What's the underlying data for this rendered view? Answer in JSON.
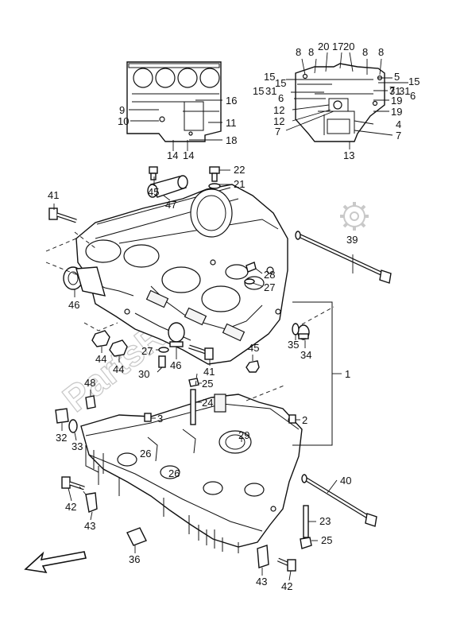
{
  "watermark": {
    "text": "PartsRepublik"
  },
  "labels": [
    {
      "id": "inset1-9",
      "text": "9"
    },
    {
      "id": "inset1-10",
      "text": "10"
    },
    {
      "id": "inset1-16",
      "text": "16"
    },
    {
      "id": "inset1-11",
      "text": "11"
    },
    {
      "id": "inset1-18",
      "text": "18"
    },
    {
      "id": "inset1-14a",
      "text": "14"
    },
    {
      "id": "inset1-14b",
      "text": "14"
    },
    {
      "id": "inset2-8a",
      "text": "8"
    },
    {
      "id": "inset2-8b",
      "text": "8"
    },
    {
      "id": "inset2-20a",
      "text": "20"
    },
    {
      "id": "inset2-17",
      "text": "17"
    },
    {
      "id": "inset2-20b",
      "text": "20"
    },
    {
      "id": "inset2-8c",
      "text": "8"
    },
    {
      "id": "inset2-8d",
      "text": "8"
    },
    {
      "id": "inset2-15a",
      "text": "15"
    },
    {
      "id": "inset2-5",
      "text": "5"
    },
    {
      "id": "inset2-15b",
      "text": "15"
    },
    {
      "id": "inset2-15c",
      "text": "15"
    },
    {
      "id": "inset2-15d",
      "text": "15"
    },
    {
      "id": "inset2-31a",
      "text": "31"
    },
    {
      "id": "inset2-31b",
      "text": "31"
    },
    {
      "id": "inset2-6a",
      "text": "6"
    },
    {
      "id": "inset2-7a",
      "text": "7"
    },
    {
      "id": "inset2-31c",
      "text": "31"
    },
    {
      "id": "inset2-6b",
      "text": "6"
    },
    {
      "id": "inset2-12a",
      "text": "12"
    },
    {
      "id": "inset2-19a",
      "text": "19"
    },
    {
      "id": "inset2-12b",
      "text": "12"
    },
    {
      "id": "inset2-19b",
      "text": "19"
    },
    {
      "id": "inset2-7b",
      "text": "7"
    },
    {
      "id": "inset2-4",
      "text": "4"
    },
    {
      "id": "inset2-7c",
      "text": "7"
    },
    {
      "id": "inset2-13",
      "text": "13"
    },
    {
      "id": "p22",
      "text": "22"
    },
    {
      "id": "p21",
      "text": "21"
    },
    {
      "id": "p45a",
      "text": "45"
    },
    {
      "id": "p47",
      "text": "47"
    },
    {
      "id": "p41a",
      "text": "41"
    },
    {
      "id": "p39",
      "text": "39"
    },
    {
      "id": "p46a",
      "text": "46"
    },
    {
      "id": "p28",
      "text": "28"
    },
    {
      "id": "p27a",
      "text": "27"
    },
    {
      "id": "p35",
      "text": "35"
    },
    {
      "id": "p34",
      "text": "34"
    },
    {
      "id": "p44a",
      "text": "44"
    },
    {
      "id": "p44b",
      "text": "44"
    },
    {
      "id": "p27b",
      "text": "27"
    },
    {
      "id": "p30",
      "text": "30"
    },
    {
      "id": "p46b",
      "text": "46"
    },
    {
      "id": "p41b",
      "text": "41"
    },
    {
      "id": "p45b",
      "text": "45"
    },
    {
      "id": "p1",
      "text": "1"
    },
    {
      "id": "p25a",
      "text": "25"
    },
    {
      "id": "p48",
      "text": "48"
    },
    {
      "id": "p24",
      "text": "24"
    },
    {
      "id": "p3",
      "text": "3"
    },
    {
      "id": "p2",
      "text": "2"
    },
    {
      "id": "p32",
      "text": "32"
    },
    {
      "id": "p33",
      "text": "33"
    },
    {
      "id": "p26a",
      "text": "26"
    },
    {
      "id": "p29",
      "text": "29"
    },
    {
      "id": "p26b",
      "text": "26"
    },
    {
      "id": "p40",
      "text": "40"
    },
    {
      "id": "p42a",
      "text": "42"
    },
    {
      "id": "p43a",
      "text": "43"
    },
    {
      "id": "p23",
      "text": "23"
    },
    {
      "id": "p25b",
      "text": "25"
    },
    {
      "id": "p36",
      "text": "36"
    },
    {
      "id": "p43b",
      "text": "43"
    },
    {
      "id": "p42b",
      "text": "42"
    }
  ],
  "icons": {
    "front_arrow": "arrow-front-icon",
    "gear_logo": "gear-icon"
  }
}
